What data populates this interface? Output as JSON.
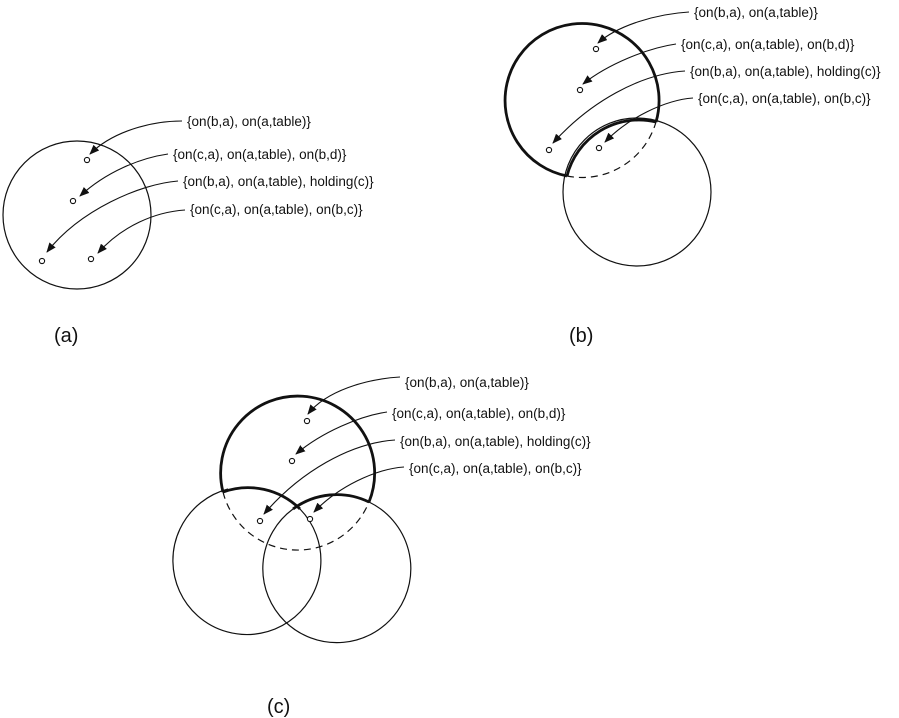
{
  "colors": {
    "ink": "#111111",
    "background": "#ffffff"
  },
  "panels": [
    {
      "caption": "(a)",
      "state_labels": [
        "{on(b,a), on(a,table)}",
        "{on(c,a), on(a,table), on(b,d)}",
        "{on(b,a), on(a,table), holding(c)}",
        "{on(c,a), on(a,table), on(b,c)}"
      ]
    },
    {
      "caption": "(b)",
      "state_labels": [
        "{on(b,a), on(a,table)}",
        "{on(c,a), on(a,table), on(b,d)}",
        "{on(b,a), on(a,table), holding(c)}",
        "{on(c,a), on(a,table), on(b,c)}"
      ]
    },
    {
      "caption": "(c)",
      "state_labels": [
        "{on(b,a), on(a,table)}",
        "{on(c,a), on(a,table), on(b,d)}",
        "{on(b,a), on(a,table), holding(c)}",
        "{on(c,a), on(a,table), on(b,c)}"
      ]
    }
  ]
}
